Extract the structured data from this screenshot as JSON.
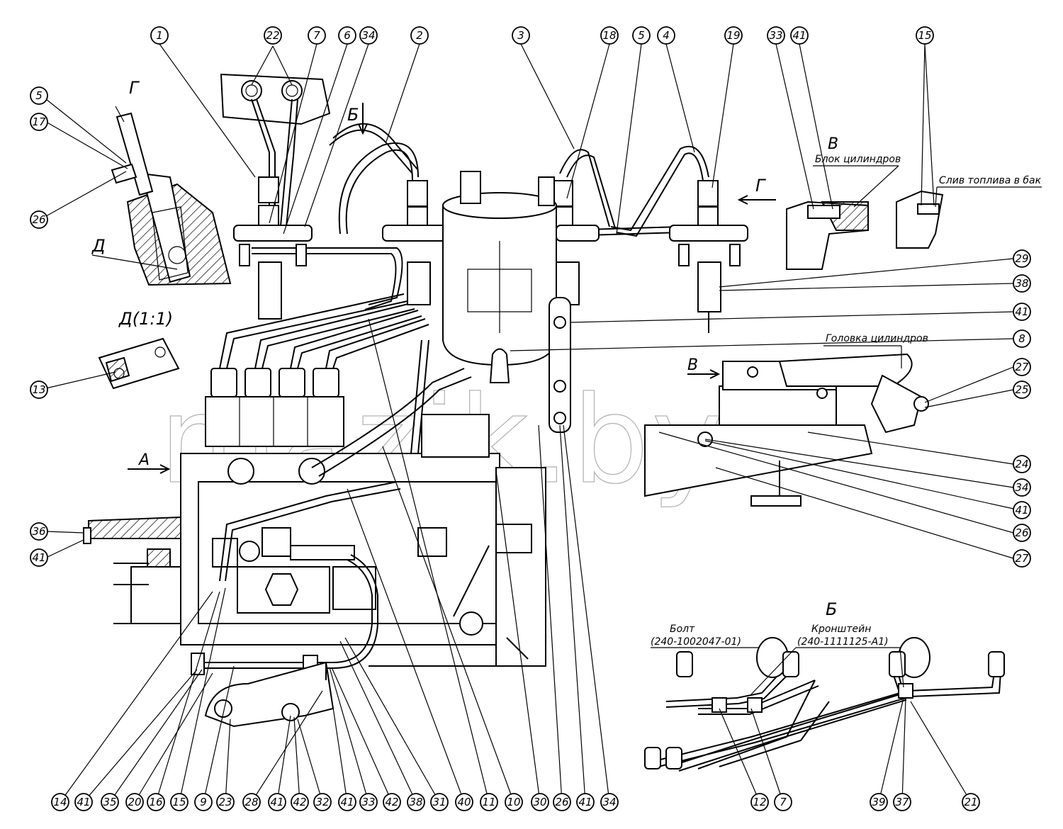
{
  "view_labels": {
    "g_top": "Г",
    "g_arrow": "Г",
    "d": "Д",
    "d_scale": "Д(1:1)",
    "b_arrow": "Б",
    "v_top": "В",
    "v_arrow": "В",
    "a_arrow": "А",
    "b_view": "Б"
  },
  "notes": {
    "cylinder_block": "Блок цилиндров",
    "fuel_drain": "Слив топлива в бак",
    "cylinder_head": "Головка цилиндров",
    "bolt": "Болт",
    "bolt_code": "(240-1002047-01)",
    "bracket": "Кронштейн",
    "bracket_code": "(240-1111125-А1)"
  },
  "watermark": "mazik.by",
  "callouts": [
    "1",
    "22",
    "7",
    "6",
    "34",
    "2",
    "3",
    "18",
    "5",
    "4",
    "19",
    "33",
    "41",
    "15",
    "5",
    "17",
    "26",
    "13",
    "29",
    "38",
    "41",
    "8",
    "27",
    "25",
    "24",
    "34",
    "41",
    "26",
    "27",
    "36",
    "41",
    "14",
    "41",
    "35",
    "20",
    "16",
    "15",
    "9",
    "23",
    "28",
    "41",
    "42",
    "32",
    "41",
    "33",
    "42",
    "38",
    "31",
    "40",
    "11",
    "10",
    "30",
    "26",
    "41",
    "34",
    "12",
    "7",
    "39",
    "37",
    "21"
  ]
}
